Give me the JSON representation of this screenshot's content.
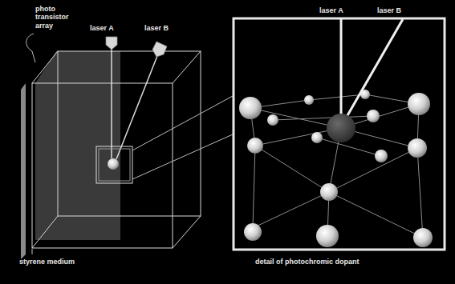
{
  "diagram": {
    "labels": [
      "photo transistor array",
      "laser A",
      "laser B",
      "laser A",
      "laser B",
      "styrene medium",
      "detail of photochromic dopant"
    ]
  }
}
